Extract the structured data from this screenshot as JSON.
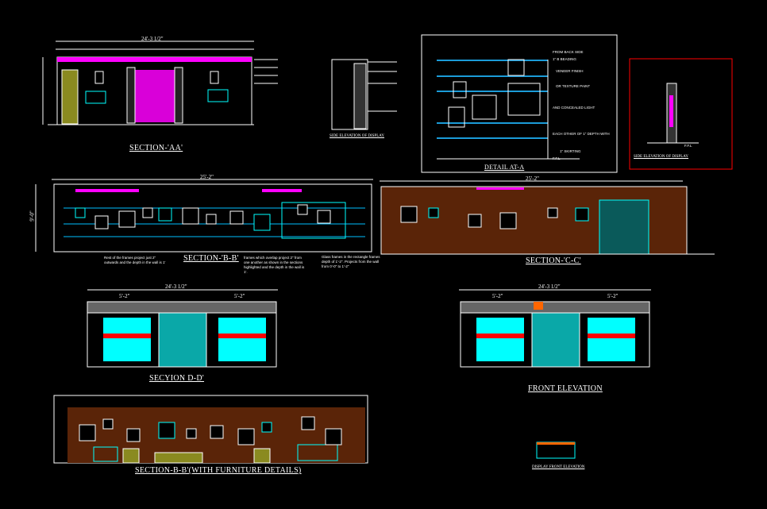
{
  "titles": {
    "section_aa": "SECTION-'AA'",
    "side_elev_1": "SIDE ELEVATION OF DISPLAY",
    "detail_a": "DETAIL AT-A",
    "side_elev_2": "SIDE ELEVATION OF DISPLAY",
    "section_bb": "SECTION-'B-B'",
    "section_cc": "SECTION-'C-C'",
    "section_dd": "SECYION D-D'",
    "front_elev": "FRONT ELEVATION",
    "section_bb_furn": "SECTION-B-B'(WITH FURNITURE DETAILS)",
    "display_front_elev": "DISPLAY FRONT ELEVATION"
  },
  "dimensions": {
    "aa_total": "24'-3 1/2\"",
    "bb_total": "25'-2\"",
    "cc_total": "25'-2\"",
    "dd_total": "24'-3 1/2\"",
    "dd_left": "5'-2\"",
    "dd_right": "5'-2\"",
    "fe_total": "24'-3 1/2\"",
    "fe_left": "5'-2\"",
    "fe_right": "5'-2\"",
    "height": "9'-0\""
  },
  "detail_labels": [
    "FROM BACK SIDE",
    "1\" B BEADING",
    "VENEER FINISH",
    "OR TEXTURE PAINT",
    "AND CONCEALED LIGHT",
    "EACH OTHER OF 1\" DEPTH WITH",
    "1\" SKIRTING",
    "F.F.L"
  ],
  "side_labels": [
    "F.F.L"
  ],
  "notes": [
    "Rest of the frames project just 2\" outwards and the depth in the wall is 1'",
    "frames which overlap project 2\" from one another as shown in the sections highlighted and the depth in the wall is 1'.",
    "Glass frames in the rectangle frames depth of 1'-2\". Projects from the wall from 0'-0\" to 1'-2\""
  ],
  "colors": {
    "magenta": "#ff00ff",
    "cyan": "#00ffff",
    "red": "#ff0000",
    "wood": "#8a3a10",
    "olive": "#8a8a20",
    "blue": "#1b6fa8"
  }
}
